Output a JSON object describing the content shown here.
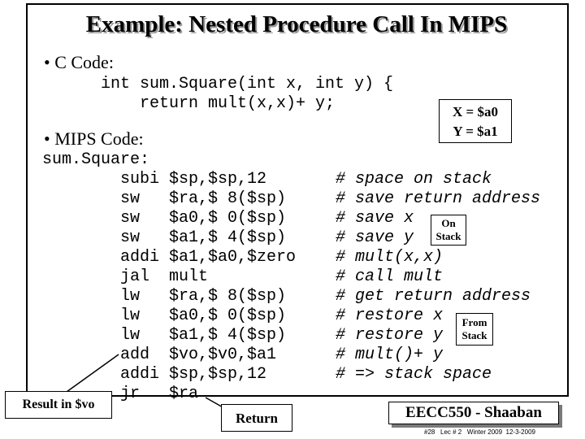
{
  "title": "Example:  Nested Procedure Call In MIPS",
  "bullets": {
    "c_code": "•  C Code:",
    "mips_code": "•  MIPS Code:"
  },
  "c_lines": [
    "int sum.Square(int x, int y) {",
    "    return mult(x,x)+ y;"
  ],
  "registers": {
    "x": "X = $a0",
    "y": "Y = $a1"
  },
  "mips": {
    "label": "sum.Square:",
    "ops": [
      "subi",
      "sw",
      "sw",
      "sw",
      "addi",
      "jal",
      "lw",
      "lw",
      "lw",
      "add",
      "addi",
      "jr"
    ],
    "args": [
      "$sp,$sp,12",
      "$ra,$ 8($sp)",
      "$a0,$ 0($sp)",
      "$a1,$ 4($sp)",
      "$a1,$a0,$zero",
      "mult",
      "$ra,$ 8($sp)",
      "$a0,$ 0($sp)",
      "$a1,$ 4($sp)",
      "$vo,$v0,$a1",
      "$sp,$sp,12",
      "$ra"
    ],
    "comments": [
      "# space on stack",
      "# save return address",
      "# save x",
      "# save y",
      "# mult(x,x)",
      "# call mult",
      "# get return address",
      "# restore x",
      "# restore y",
      "# mult()+ y",
      "# => stack space"
    ]
  },
  "callouts": {
    "on_stack_1": "On",
    "on_stack_2": "Stack",
    "from_stack_1": "From",
    "from_stack_2": "Stack",
    "result": "Result in $vo",
    "return": "Return"
  },
  "badge": "EECC550 - Shaaban",
  "footer": "#28   Lec # 2   Winter 2009  12-3-2009"
}
